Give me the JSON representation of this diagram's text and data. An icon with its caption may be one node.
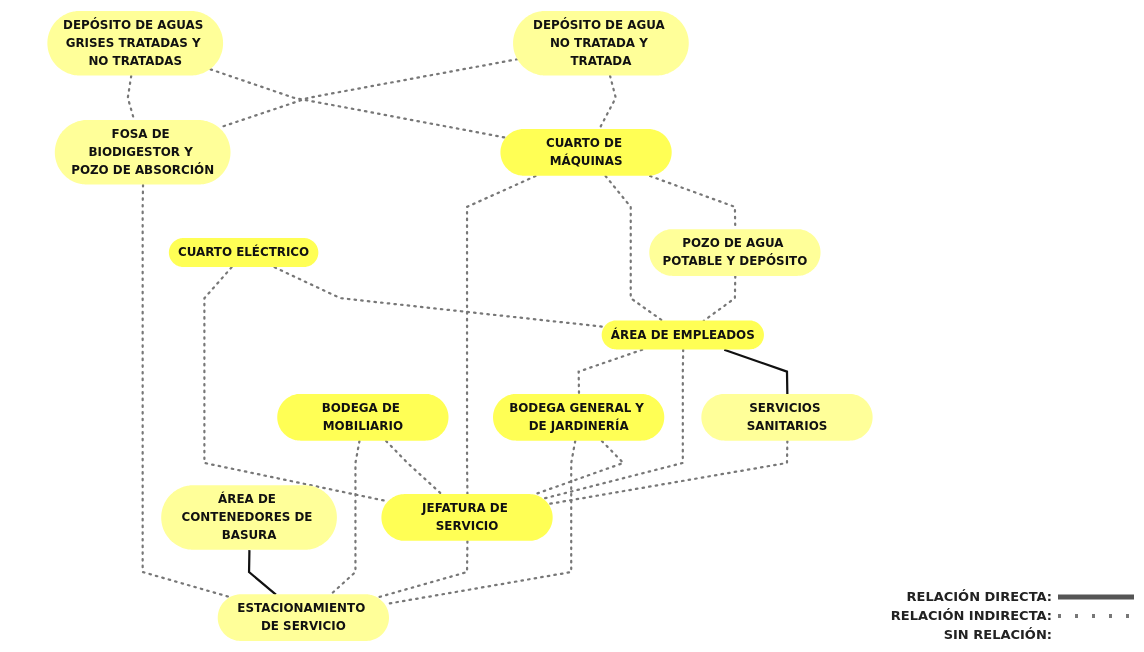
{
  "diagram": {
    "nodes": [
      {
        "text": [
          "DEPÓSITO DE AGUA NO TRATADA Y TRATADA"
        ]
      },
      {
        "text": [
          "CUARTO DE MÁQUINAS"
        ]
      },
      {
        "text": [
          "POZO DE AGUA POTABLE Y DEPÓSITO"
        ]
      },
      {
        "text": [
          "DEPÓSITO DE AGUAS GRISES TRATADAS Y NO TRATADAS"
        ]
      },
      {
        "text": [
          "ÁREA DE EMPLEADOS"
        ]
      },
      {
        "text": [
          "CUARTO ELÉCTRICO"
        ]
      },
      {
        "text": [
          "SERVICIOS SANITARIOS"
        ]
      },
      {
        "text": [
          "BODEGA GENERAL Y DE JARDINERÍA"
        ]
      },
      {
        "text": [
          "JEFATURA DE SERVICIO"
        ]
      },
      {
        "text": [
          "BODEGA DE MOBILIARIO"
        ]
      },
      {
        "text": [
          "ÁREA DE CONTENEDORES DE BASURA"
        ]
      },
      {
        "text": [
          "FOSA DE BIODIGESTOR Y POZO DE ABSORCIÓN"
        ]
      },
      {
        "text": [
          "ESTACIONAMIENTO DE SERVICIO"
        ]
      }
    ],
    "edges": [
      {
        "from": 0,
        "to": 1,
        "arrow": "none",
        "style": "dashed"
      },
      {
        "from": 0,
        "to": 11,
        "arrow": "none",
        "style": "dashed"
      },
      {
        "from": 3,
        "to": 1,
        "arrow": "none",
        "style": "dashed"
      },
      {
        "from": 3,
        "to": 11,
        "arrow": "none",
        "style": "dashed"
      },
      {
        "from": 1,
        "to": 2,
        "arrow": "none",
        "style": "dashed"
      },
      {
        "from": 1,
        "to": 4,
        "arrow": "none",
        "style": "dashed"
      },
      {
        "from": 1,
        "to": 8,
        "arrow": "none",
        "style": "dashed"
      },
      {
        "from": 2,
        "to": 4,
        "arrow": "none",
        "style": "dashed"
      },
      {
        "from": 5,
        "to": 4,
        "arrow": "none",
        "style": "dashed"
      },
      {
        "from": 5,
        "to": 8,
        "arrow": "none",
        "style": "dashed"
      },
      {
        "from": 4,
        "to": 6,
        "arrow": "none",
        "color": "#111111"
      },
      {
        "from": 4,
        "to": 8,
        "arrow": "none",
        "style": "dashed"
      },
      {
        "from": 4,
        "to": 7,
        "arrow": "none",
        "style": "dashed"
      },
      {
        "from": 6,
        "to": 8,
        "arrow": "none",
        "style": "dashed"
      },
      {
        "from": 7,
        "to": 8,
        "arrow": "none",
        "style": "dashed"
      },
      {
        "from": 7,
        "to": 12,
        "arrow": "none",
        "style": "dashed"
      },
      {
        "from": 9,
        "to": 8,
        "arrow": "none",
        "style": "dashed"
      },
      {
        "from": 9,
        "to": 12,
        "arrow": "none",
        "style": "dashed"
      },
      {
        "from": 8,
        "to": 12,
        "arrow": "none",
        "style": "dashed"
      },
      {
        "from": 11,
        "to": 12,
        "arrow": "none",
        "style": "dashed"
      },
      {
        "from": 10,
        "to": 12,
        "arrow": "none",
        "color": "#111111"
      }
    ],
    "legend": [
      {
        "text": "RELACIÓN DIRECTA:"
      },
      {
        "text": "RELACIÓN INDIRECTA:"
      },
      {
        "text": "SIN RELACIÓN:"
      }
    ]
  }
}
